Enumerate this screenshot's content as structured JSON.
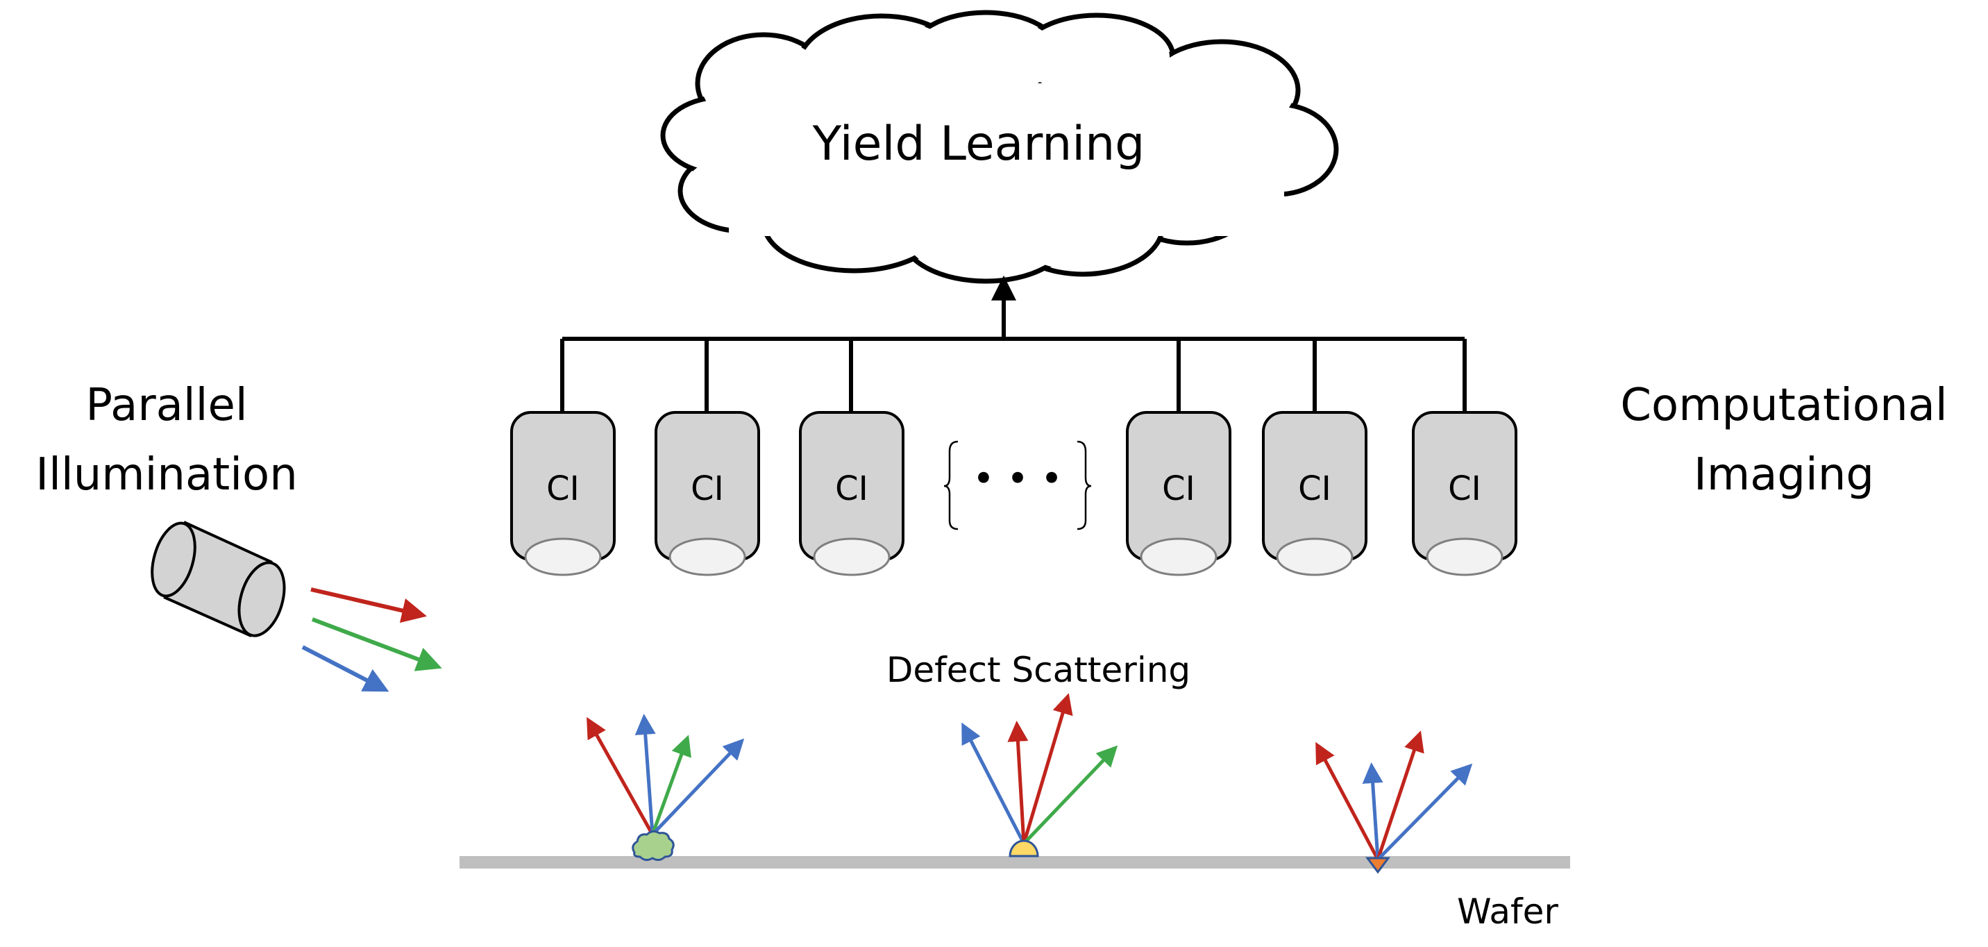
{
  "cloud": {
    "label": "Yield Learning"
  },
  "left_label": {
    "line1": "Parallel",
    "line2": "Illumination"
  },
  "right_label": {
    "line1": "Computational",
    "line2": "Imaging"
  },
  "scatter_label": "Defect Scattering",
  "wafer_label": "Wafer",
  "camera_label": "CI",
  "ellipsis": "• • •",
  "colors": {
    "red": "#c0241c",
    "green": "#3faa4a",
    "blue": "#4472c4",
    "camera_body": "#d3d3d3",
    "camera_lens": "#f2f2f2",
    "wafer": "#bfbfbf",
    "defect_green": "#a9d18e",
    "defect_yellow": "#ffd966",
    "defect_orange": "#ed7d31"
  }
}
